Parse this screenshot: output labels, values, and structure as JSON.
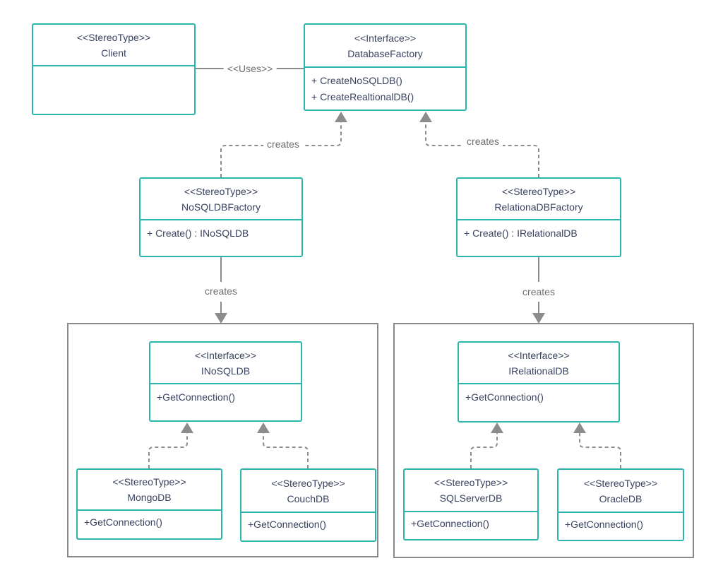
{
  "diagram": {
    "labels": {
      "uses": "<<Uses>>",
      "creates": "creates"
    },
    "classes": {
      "client": {
        "stereotype": "<<StereoType>>",
        "name": "Client",
        "methods": []
      },
      "database_factory": {
        "stereotype": "<<Interface>>",
        "name": "DatabaseFactory",
        "methods": [
          "+ CreateNoSQLDB()",
          "+ CreateRealtionalDB()"
        ]
      },
      "nosql_factory": {
        "stereotype": "<<StereoType>>",
        "name": "NoSQLDBFactory",
        "methods": [
          "+ Create() : INoSQLDB"
        ]
      },
      "relational_factory": {
        "stereotype": "<<StereoType>>",
        "name": "RelationaDBFactory",
        "methods": [
          "+ Create() : IRelationalDB"
        ]
      },
      "inosqldb": {
        "stereotype": "<<Interface>>",
        "name": "INoSQLDB",
        "methods": [
          "+GetConnection()"
        ]
      },
      "irelationaldb": {
        "stereotype": "<<Interface>>",
        "name": "IRelationalDB",
        "methods": [
          "+GetConnection()"
        ]
      },
      "mongodb": {
        "stereotype": "<<StereoType>>",
        "name": "MongoDB",
        "methods": [
          "+GetConnection()"
        ]
      },
      "couchdb": {
        "stereotype": "<<StereoType>>",
        "name": "CouchDB",
        "methods": [
          "+GetConnection()"
        ]
      },
      "sqlserverdb": {
        "stereotype": "<<StereoType>>",
        "name": "SQLServerDB",
        "methods": [
          "+GetConnection()"
        ]
      },
      "oracledb": {
        "stereotype": "<<StereoType>>",
        "name": "OracleDB",
        "methods": [
          "+GetConnection()"
        ]
      }
    },
    "colors": {
      "box_border_teal": "#2ab7ab",
      "connector_gray": "#8c8c8c",
      "text_navy": "#3a4361",
      "label_gray": "#6f6f6f"
    }
  }
}
